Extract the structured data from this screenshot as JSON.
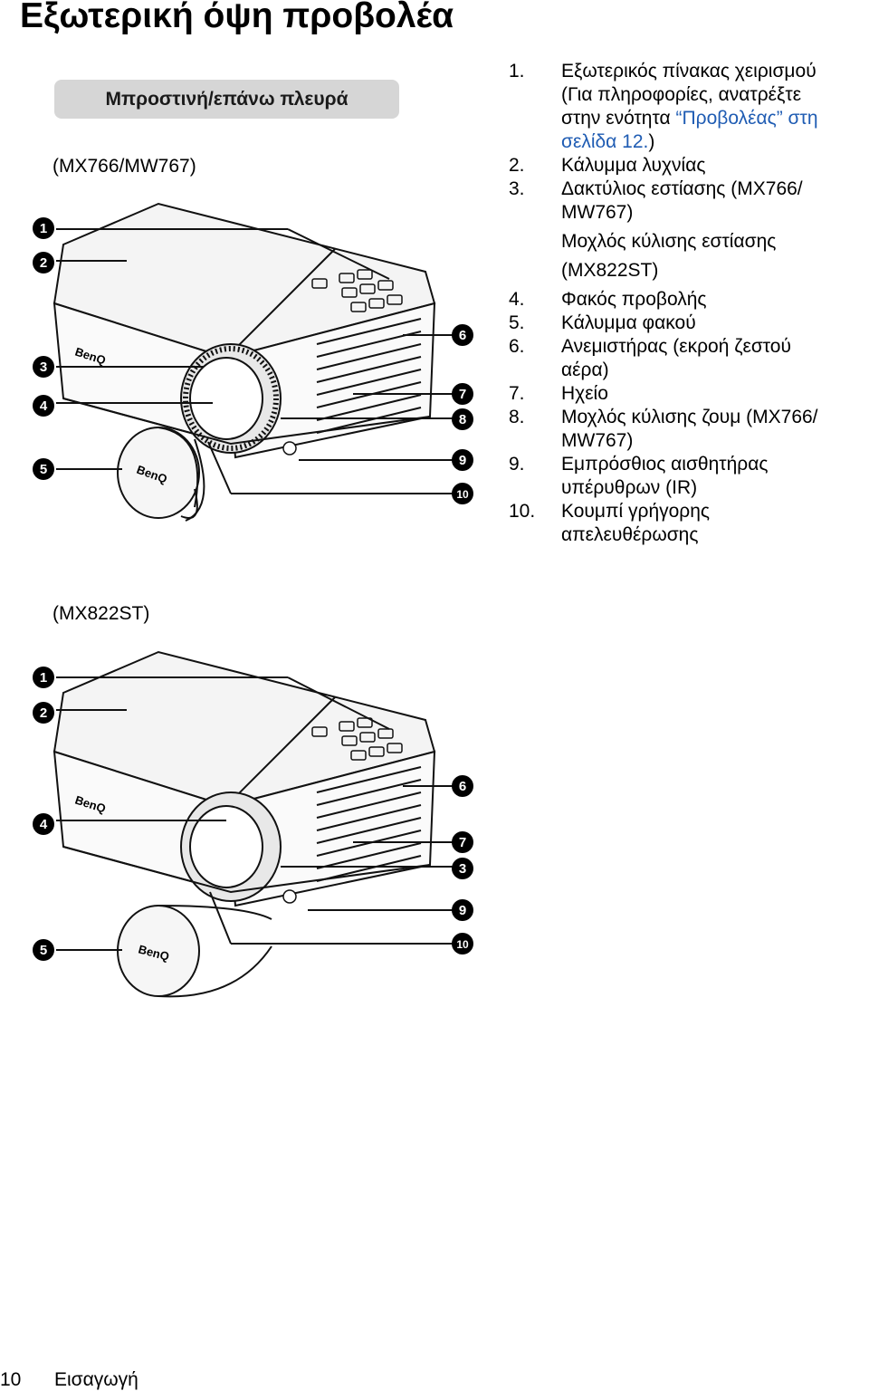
{
  "page": {
    "title": "Εξωτερική όψη προβολέα",
    "section_tab": "Μπροστινή/επάνω πλευρά",
    "model_top": "(MX766/MW767)",
    "model_bottom": "(MX822ST)",
    "brand_logo": "BenQ",
    "footer_page_number": "10",
    "footer_section": "Εισαγωγή"
  },
  "parts": [
    {
      "num": "1.",
      "line1": "Εξωτερικός πίνακας χειρισμού",
      "line2": "(Για πληροφορίες, ανατρέξτε",
      "line3_text": "στην ενότητα ",
      "line3_link": "“Προβολέας” στη",
      "line4_link": "σελίδα 12.",
      "line4_tail": ")"
    },
    {
      "num": "2.",
      "line1": "Κάλυμμα λυχνίας"
    },
    {
      "num": "3.",
      "line1": "Δακτύλιος εστίασης (MX766/",
      "line2": "MW767)",
      "sub1": "Μοχλός κύλισης εστίασης",
      "sub2": "(MX822ST)"
    },
    {
      "num": "4.",
      "line1": "Φακός προβολής"
    },
    {
      "num": "5.",
      "line1": "Κάλυμμα φακού"
    },
    {
      "num": "6.",
      "line1": "Ανεμιστήρας (εκροή ζεστού",
      "line2": "αέρα)"
    },
    {
      "num": "7.",
      "line1": "Ηχείο"
    },
    {
      "num": "8.",
      "line1": "Μοχλός κύλισης ζουμ (MX766/",
      "line2": "MW767)"
    },
    {
      "num": "9.",
      "line1": "Εμπρόσθιος αισθητήρας",
      "line2": "υπέρυθρων (IR)"
    },
    {
      "num": "10.",
      "line1": "Κουμπί γρήγορης",
      "line2": "απελευθέρωσης"
    }
  ],
  "callouts": {
    "top": [
      "1",
      "2",
      "3",
      "4",
      "5",
      "6",
      "7",
      "8",
      "9",
      "10"
    ],
    "bottom": [
      "1",
      "2",
      "4",
      "5",
      "6",
      "7",
      "3",
      "9",
      "10"
    ]
  },
  "colors": {
    "tab_bg": "#d6d6d6",
    "link": "#1f5cb3",
    "callout_bg": "#000000"
  }
}
